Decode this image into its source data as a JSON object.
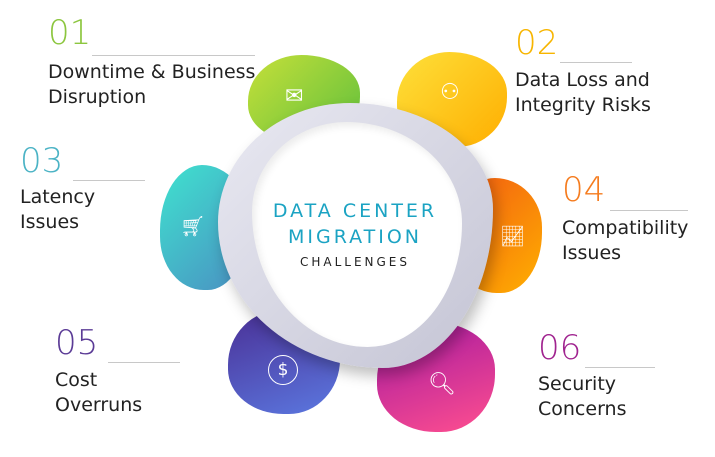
{
  "title": {
    "line1": "DATA CENTER",
    "line2": "MIGRATION",
    "line3": "CHALLENGES"
  },
  "items": [
    {
      "num": "01",
      "lines": [
        "Downtime & Business",
        "Disruption"
      ],
      "icon": "envelope-icon",
      "color": "#8cc63f"
    },
    {
      "num": "02",
      "lines": [
        "Data Loss and",
        "Integrity Risks"
      ],
      "icon": "network-nodes-icon",
      "color": "#f7b500"
    },
    {
      "num": "03",
      "lines": [
        "Latency",
        "Issues"
      ],
      "icon": "shopping-cart-icon",
      "color": "#4bb3c5"
    },
    {
      "num": "04",
      "lines": [
        "Compatibility",
        "Issues"
      ],
      "icon": "bar-chart-growth-icon",
      "color": "#f57c1f"
    },
    {
      "num": "05",
      "lines": [
        "Cost",
        "Overruns"
      ],
      "icon": "dollar-icon",
      "color": "#5b3b96"
    },
    {
      "num": "06",
      "lines": [
        "Security",
        "Concerns"
      ],
      "icon": "magnifier-icon",
      "color": "#a0238f"
    }
  ]
}
